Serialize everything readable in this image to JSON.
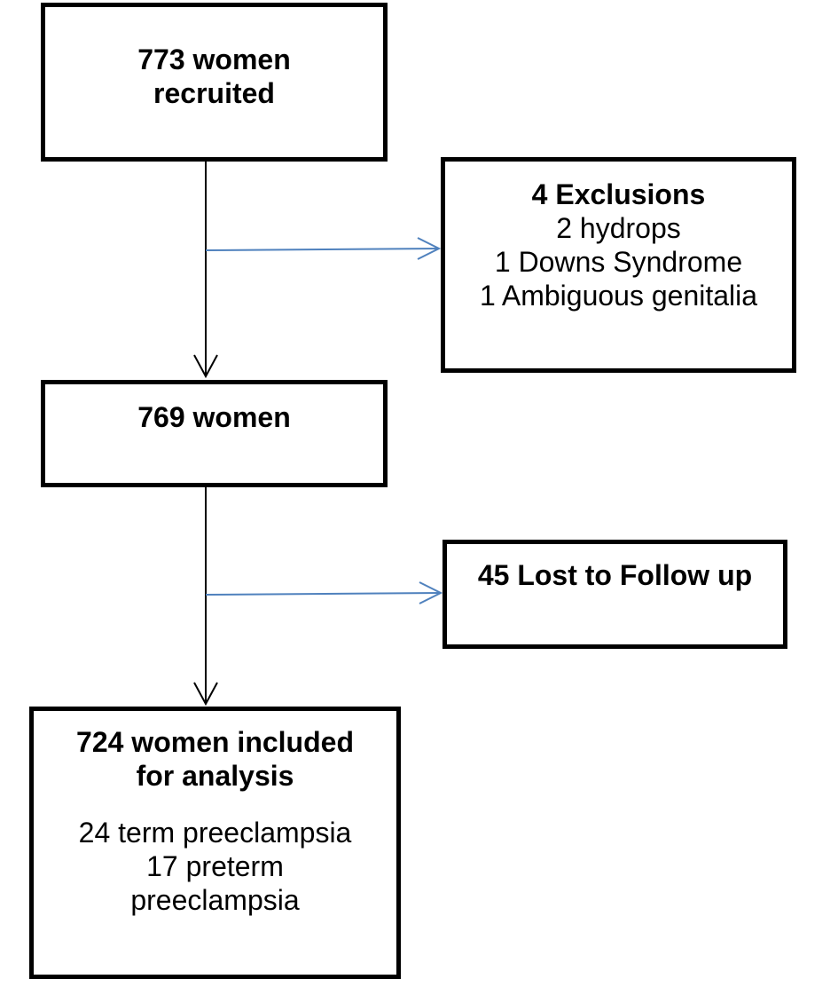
{
  "flowchart": {
    "recruited": {
      "lines": [
        "773 women",
        "recruited"
      ]
    },
    "exclusions": {
      "heading": "4 Exclusions",
      "items": [
        "2 hydrops",
        "1 Downs Syndrome",
        "1 Ambiguous genitalia"
      ]
    },
    "remaining": {
      "label": "769 women"
    },
    "lost": {
      "label": "45 Lost to Follow up"
    },
    "analysis": {
      "heading_lines": [
        "724 women included",
        "for analysis"
      ],
      "details": [
        "24 term preeclampsia",
        "17 preterm",
        "preeclampsia"
      ]
    }
  },
  "colors": {
    "main_arrow": "#000000",
    "side_arrow": "#4f81bd",
    "box_border": "#000000"
  }
}
